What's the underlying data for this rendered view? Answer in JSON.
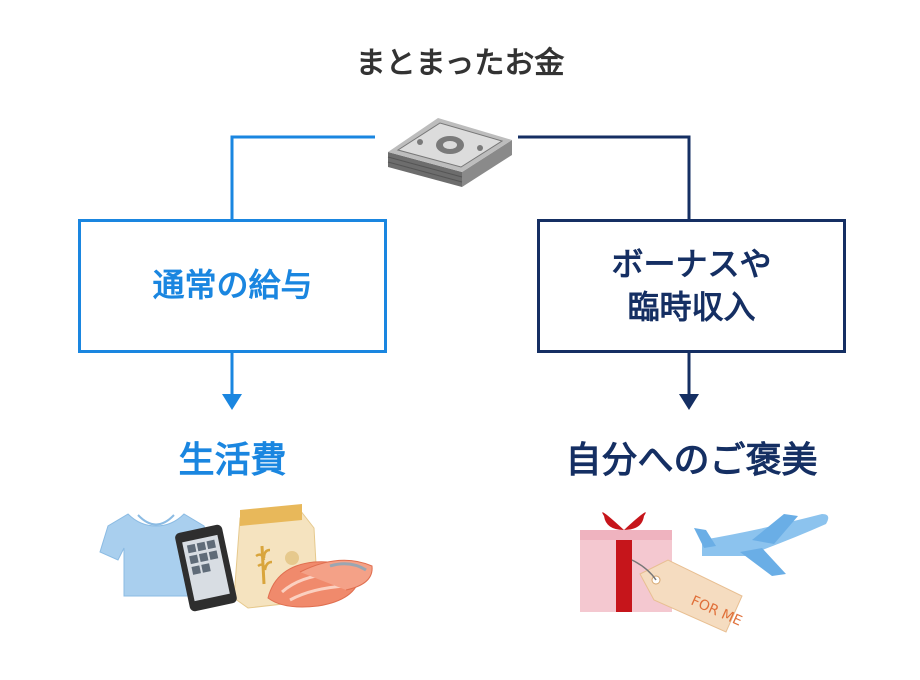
{
  "title": "まとまったお金",
  "left_branch": {
    "source_label": "通常の給与",
    "result_label": "生活費",
    "color": "#1a86e0",
    "icons": [
      "t-shirt-icon",
      "smartphone-icon",
      "rice-bag-icon",
      "salmon-icon"
    ]
  },
  "right_branch": {
    "source_label_line1": "ボーナスや",
    "source_label_line2": "臨時収入",
    "result_label": "自分へのご褒美",
    "color": "#152f63",
    "icons": [
      "gift-box-icon",
      "airplane-icon",
      "tag-icon"
    ],
    "tag_text": "FOR ME"
  },
  "center_icon": "money-stack-icon"
}
